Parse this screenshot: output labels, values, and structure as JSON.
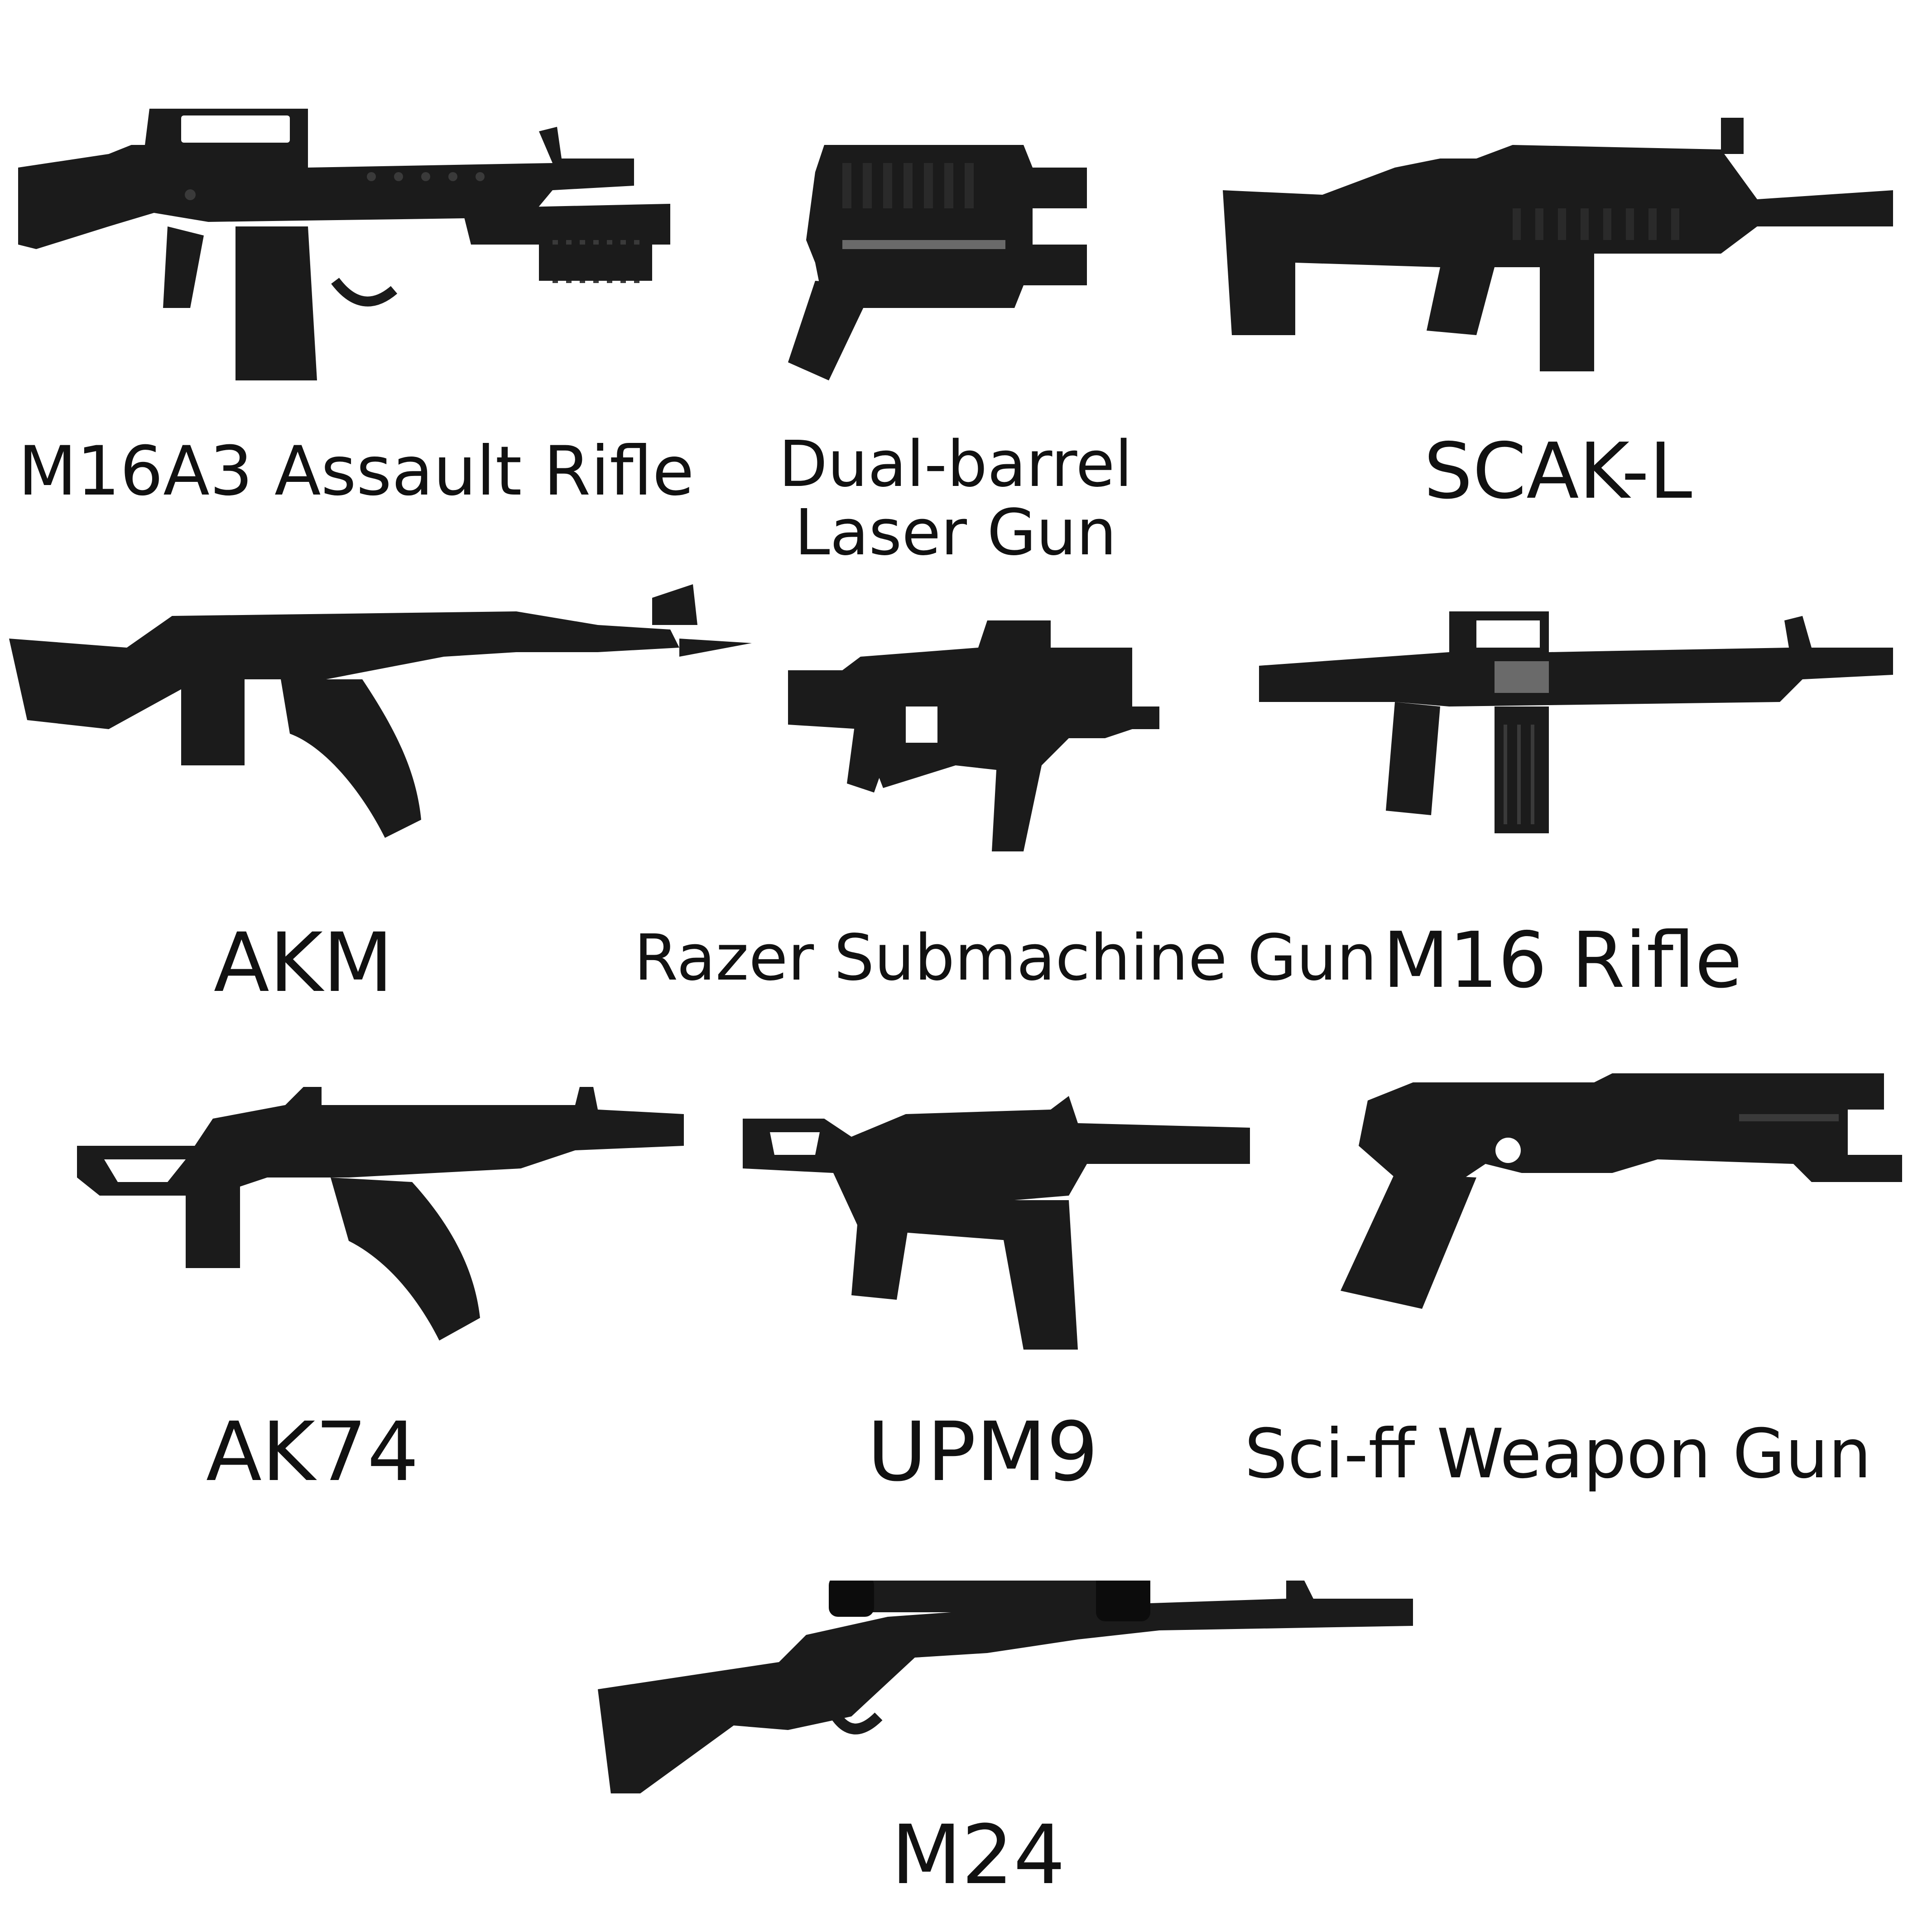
{
  "colors": {
    "background": "#ffffff",
    "weapon": "#1b1b1b",
    "text": "#111111"
  },
  "weapons": [
    {
      "name": "M16A3 Assault Rifle"
    },
    {
      "name": "Dual-barrel Laser Gun"
    },
    {
      "name": "SCAK-L"
    },
    {
      "name": "AKM"
    },
    {
      "name": "Razer Submachine Gun"
    },
    {
      "name": "M16 Rifle"
    },
    {
      "name": "AK74"
    },
    {
      "name": "UPM9"
    },
    {
      "name": "Sci-ff Weapon Gun"
    },
    {
      "name": "M24"
    }
  ]
}
